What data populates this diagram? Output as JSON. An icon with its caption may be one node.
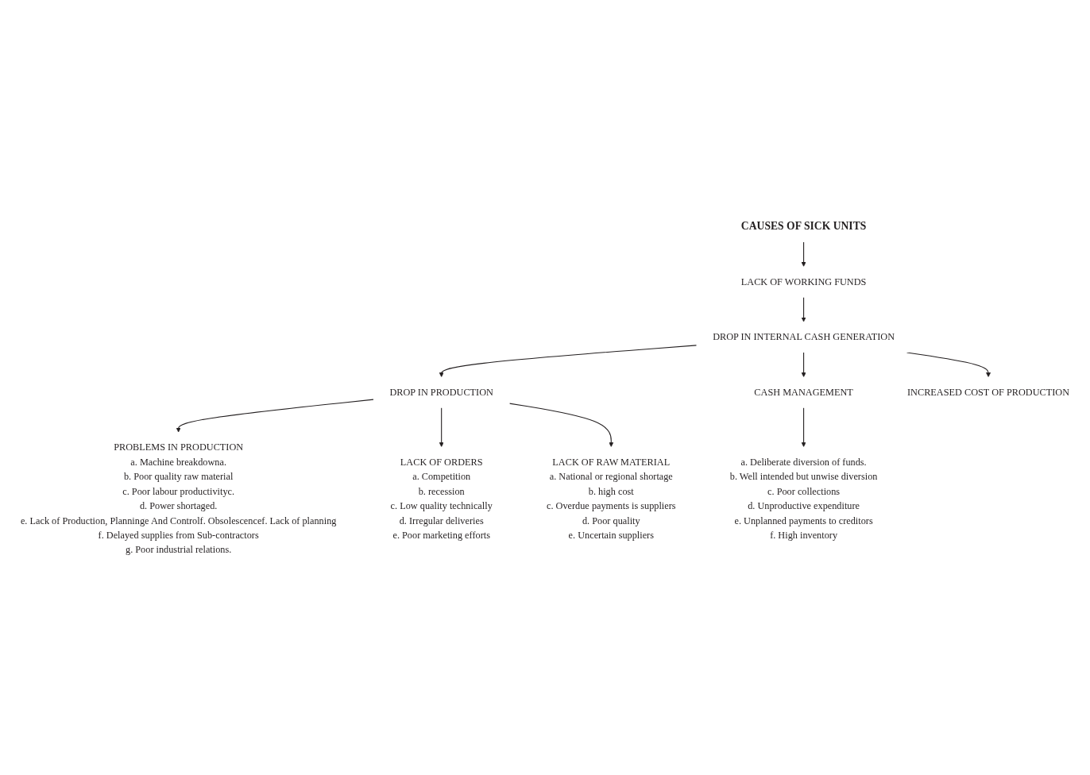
{
  "diagram": {
    "nodes": [
      {
        "text": [
          "CAUSES OF SICK UNITS"
        ]
      },
      {
        "text": [
          "LACK OF WORKING FUNDS"
        ]
      },
      {
        "text": [
          "DROP IN INTERNAL CASH GENERATION"
        ]
      },
      {
        "text": [
          "DROP IN PRODUCTION"
        ]
      },
      {
        "text": [
          "CASH MANAGEMENT"
        ]
      },
      {
        "text": [
          "INCREASED COST OF PRODUCTION"
        ]
      },
      {
        "text": [
          "a. Deliberate diversion of funds.",
          "b. Well intended but unwise diversion",
          "c. Poor collections",
          "d. Unproductive expenditure",
          "e. Unplanned payments to creditors",
          "f. High inventory"
        ]
      },
      {
        "text": [
          "PROBLEMS IN PRODUCTION",
          "a. Machine breakdowna.",
          "b. Poor quality raw material",
          "c. Poor labour productivityc.",
          "d. Power shortaged.",
          "e. Lack of Production, Planninge And Controlf. Obsolescencef. Lack of planning",
          "f. Delayed supplies from Sub-contractors",
          "g. Poor industrial relations."
        ]
      },
      {
        "text": [
          "LACK OF ORDERS",
          "a. Competition",
          "b. recession",
          "c. Low quality technically",
          "d. Irregular deliveries",
          "e. Poor marketing efforts"
        ]
      },
      {
        "text": [
          "LACK OF RAW MATERIAL",
          "a. National or regional shortage",
          "b. high cost",
          "c. Overdue payments is suppliers",
          "d. Poor quality",
          "e. Uncertain suppliers"
        ]
      }
    ],
    "edges": [
      {
        "from": 0,
        "to": 1,
        "arrow": "to"
      },
      {
        "from": 1,
        "to": 2,
        "arrow": "to"
      },
      {
        "from": 2,
        "to": 3,
        "arrow": "to"
      },
      {
        "from": 2,
        "to": 4,
        "arrow": "to"
      },
      {
        "from": 2,
        "to": 5,
        "arrow": "to"
      },
      {
        "from": 4,
        "to": 6,
        "arrow": "to"
      },
      {
        "from": 3,
        "to": 7,
        "arrow": "to"
      },
      {
        "from": 3,
        "to": 8,
        "arrow": "to"
      },
      {
        "from": 3,
        "to": 9,
        "arrow": "to"
      }
    ]
  }
}
